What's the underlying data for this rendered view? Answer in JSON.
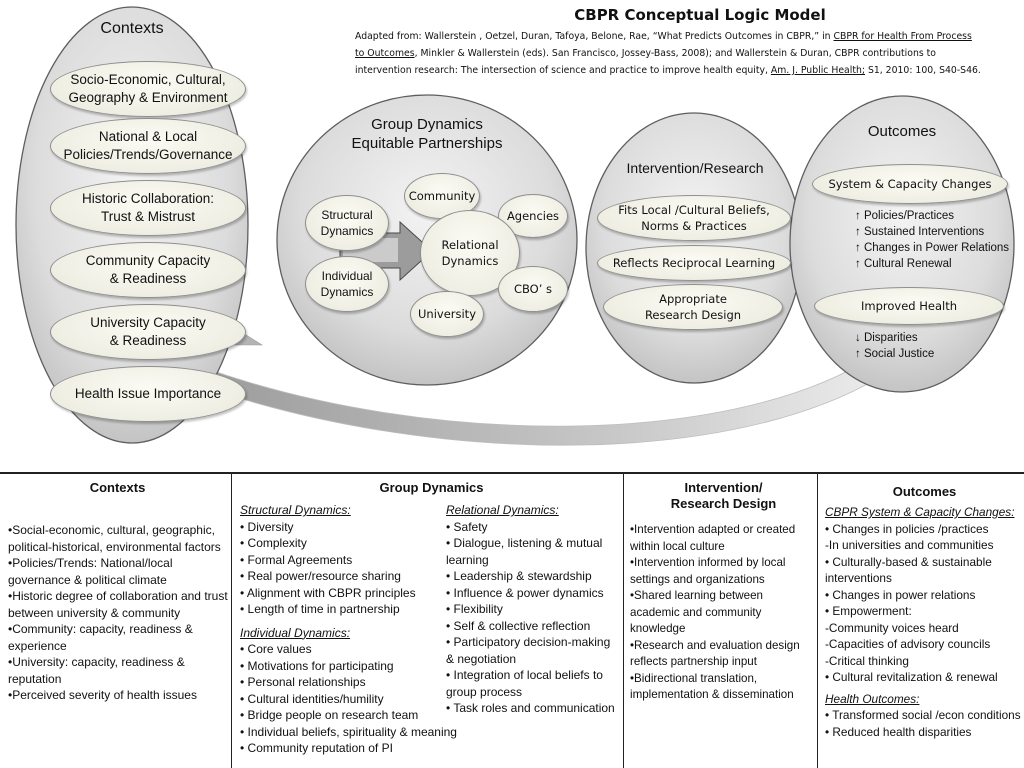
{
  "header": {
    "title": "CBPR Conceptual Logic Model",
    "citation": {
      "part1": "Adapted from: Wallerstein , Oetzel, Duran, Tafoya, Belone, Rae, “What Predicts Outcomes in CBPR,” in ",
      "book_line1": "CBPR for Health From Process",
      "book_line2": "to Outcomes",
      "part2": ", Minkler & Wallerstein (eds). San Francisco, Jossey-Bass, 2008); and Wallerstein & Duran, CBPR contributions to",
      "part3": "intervention research: The intersection of science and practice to improve health equity, ",
      "journal": "Am. J. Public Health;",
      "part4": " S1, 2010: 100, S40-S46."
    }
  },
  "contexts": {
    "title": "Contexts",
    "items": [
      {
        "line1": "Socio-Economic, Cultural,",
        "line2": "Geography & Environment"
      },
      {
        "line1": "National & Local",
        "line2": "Policies/Trends/Governance"
      },
      {
        "line1": "Historic Collaboration:",
        "line2": "Trust & Mistrust"
      },
      {
        "line1": "Community Capacity",
        "line2": "& Readiness"
      },
      {
        "line1": "University Capacity",
        "line2": "& Readiness"
      },
      {
        "line1": "Health Issue Importance",
        "line2": ""
      }
    ]
  },
  "group_dynamics": {
    "title_line1": "Group Dynamics",
    "title_line2": "Equitable Partnerships",
    "structural_line1": "Structural",
    "structural_line2": "Dynamics",
    "individual_line1": "Individual",
    "individual_line2": "Dynamics",
    "relational_line1": "Relational",
    "relational_line2": "Dynamics",
    "community": "Community",
    "agencies": "Agencies",
    "cbos": "CBO’ s",
    "university": "University"
  },
  "intervention": {
    "title": "Intervention/Research",
    "items": [
      {
        "line1": "Fits Local /Cultural Beliefs,",
        "line2": "Norms & Practices"
      },
      {
        "line1": "Reflects Reciprocal Learning",
        "line2": ""
      },
      {
        "line1": "Appropriate",
        "line2": "Research Design"
      }
    ]
  },
  "outcomes": {
    "title": "Outcomes",
    "system": "System & Capacity Changes",
    "system_bullets": [
      "↑ Policies/Practices",
      "↑ Sustained Interventions",
      "↑ Changes in Power Relations",
      "↑ Cultural Renewal"
    ],
    "health": "Improved Health",
    "health_bullets": [
      "↓ Disparities",
      "↑ Social Justice"
    ]
  },
  "table": {
    "contexts": {
      "header": "Contexts",
      "items": [
        "•Social-economic, cultural, geographic,",
        " political-historical, environmental factors",
        "•Policies/Trends: National/local",
        " governance & political climate",
        "•Historic degree of collaboration and trust",
        " between university & community",
        "•Community: capacity, readiness &",
        " experience",
        "•University: capacity, readiness &",
        " reputation",
        "•Perceived severity of health issues"
      ]
    },
    "group_dynamics": {
      "header": "Group Dynamics",
      "structural_header": "Structural Dynamics:",
      "structural_items": [
        "• Diversity",
        "• Complexity",
        "• Formal Agreements",
        "• Real power/resource sharing",
        "• Alignment with CBPR principles",
        "• Length of time in partnership"
      ],
      "individual_header": "Individual Dynamics:",
      "individual_items": [
        "• Core values",
        "• Motivations for participating",
        "• Personal relationships",
        "• Cultural identities/humility",
        "• Bridge people on research team",
        "• Individual beliefs, spirituality & meaning",
        "• Community reputation of PI"
      ],
      "relational_header": "Relational Dynamics:",
      "relational_items": [
        "• Safety",
        "• Dialogue, listening & mutual",
        "  learning",
        "• Leadership & stewardship",
        "• Influence & power dynamics",
        "• Flexibility",
        "• Self & collective reflection",
        "• Participatory decision-making",
        "  & negotiation",
        "• Integration of local beliefs to",
        "  group process",
        "• Task roles and communication"
      ]
    },
    "intervention": {
      "header_line1": "Intervention/",
      "header_line2": "Research Design",
      "items": [
        "•Intervention adapted or created",
        " within local culture",
        "•Intervention informed by local",
        " settings and organizations",
        "•Shared learning between",
        " academic and community",
        " knowledge",
        "•Research and evaluation design",
        " reflects partnership input",
        "•Bidirectional translation,",
        " implementation & dissemination"
      ]
    },
    "outcomes": {
      "header": "Outcomes",
      "system_header": "CBPR System & Capacity Changes:",
      "system_items": [
        "• Changes in policies /practices",
        "   -In universities and communities",
        "• Culturally-based & sustainable",
        "  interventions",
        "• Changes in power relations",
        "• Empowerment:",
        "   -Community voices heard",
        "   -Capacities of advisory councils",
        "   -Critical thinking",
        "• Cultural revitalization & renewal"
      ],
      "health_header": "Health Outcomes:",
      "health_items": [
        "• Transformed social /econ conditions",
        "• Reduced health disparities"
      ]
    }
  }
}
